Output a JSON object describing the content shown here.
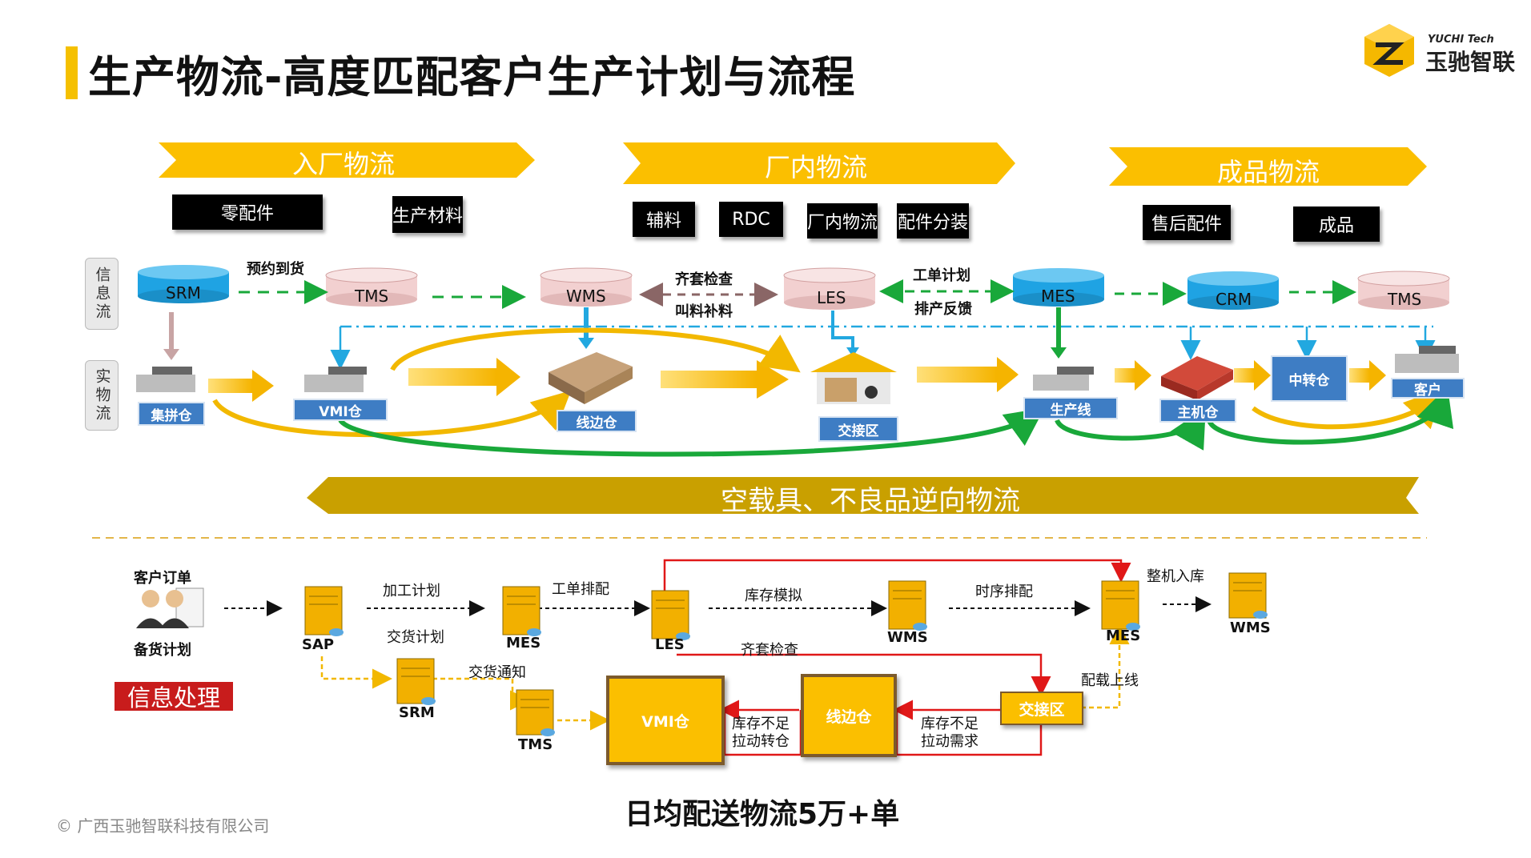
{
  "header": {
    "title": "生产物流-高度匹配客户生产计划与流程",
    "logo_cn": "玉驰智联",
    "logo_en": "YUCHI Tech"
  },
  "stages": {
    "inbound": "入厂物流",
    "inplant": "厂内物流",
    "finished": "成品物流",
    "reverse": "空载具、不良品逆向物流"
  },
  "categories": {
    "parts": "零配件",
    "materials": "生产材料",
    "aux": "辅料",
    "rdc": "RDC",
    "inplant": "厂内物流",
    "kitting": "配件分装",
    "aftersale": "售后配件",
    "product": "成品"
  },
  "side_tabs": {
    "info": "信息流",
    "physical": "实物流"
  },
  "systems": {
    "srm": "SRM",
    "tms1": "TMS",
    "wms": "WMS",
    "les": "LES",
    "mes": "MES",
    "crm": "CRM",
    "tms2": "TMS"
  },
  "flow_labels": {
    "booking": "预约到货",
    "kit_check": "齐套检查",
    "call_material": "叫料补料",
    "work_plan": "工单计划",
    "schedule_feedback": "排产反馈"
  },
  "nodes": {
    "consolidation": "集拼仓",
    "vmi": "VMI仓",
    "lineside": "线边仓",
    "handover": "交接区",
    "production_line": "生产线",
    "main_warehouse": "主机仓",
    "transit": "中转仓",
    "customer": "客户"
  },
  "process": {
    "customer_order": "客户订单",
    "stock_plan": "备货计划",
    "info_processing": "信息处理",
    "sap": "SAP",
    "mes1": "MES",
    "les": "LES",
    "wms1": "WMS",
    "mes2": "MES",
    "wms2": "WMS",
    "srm": "SRM",
    "tms": "TMS",
    "processing_plan": "加工计划",
    "delivery_plan": "交货计划",
    "work_scheduling": "工单排配",
    "delivery_notice": "交货通知",
    "inventory_sim": "库存模拟",
    "kit_check": "齐套检查",
    "sequence": "时序排配",
    "finished_storage": "整机入库",
    "loading": "配载上线",
    "vmi_box": "VMI仓",
    "lineside_box": "线边仓",
    "handover_box": "交接区",
    "shortage1_a": "库存不足",
    "shortage1_b": "拉动转仓",
    "shortage2_a": "库存不足",
    "shortage2_b": "拉动需求"
  },
  "footer": {
    "daily": "日均配送物流5万+单",
    "copyright": "© 广西玉驰智联科技有限公司"
  },
  "colors": {
    "yellow": "#fbbf00",
    "reverse_gold": "#c9a000",
    "cylinder_blue": "#1fa3e3",
    "cylinder_pink": "#f2d0d0",
    "green": "#19a83a",
    "cyan": "#22a8e0",
    "red": "#e01818"
  }
}
